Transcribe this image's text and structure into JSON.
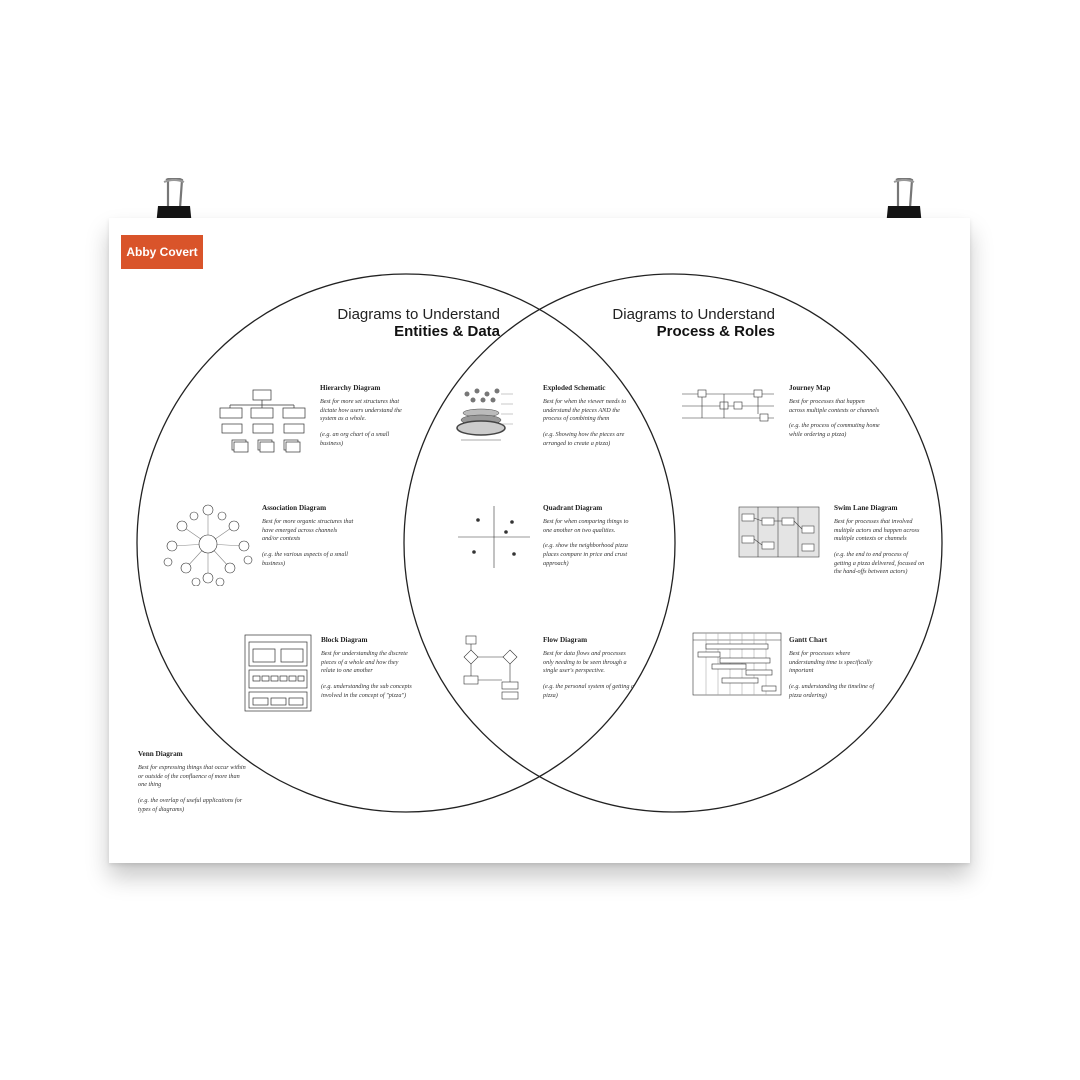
{
  "brand": {
    "label": "Abby Covert",
    "color": "#d9542a"
  },
  "headings": {
    "left": {
      "line1": "Diagrams to Understand",
      "line2": "Entities & Data"
    },
    "right": {
      "line1": "Diagrams to Understand",
      "line2": "Process & Roles"
    }
  },
  "diagrams": [
    {
      "key": "hierarchy",
      "title": "Hierarchy Diagram",
      "body": "Best for more set structures that dictate how users understand the system as a whole.",
      "example": "(e.g. an org chart of a small business)",
      "icon": "hierarchy-diagram-thumbnail"
    },
    {
      "key": "association",
      "title": "Association Diagram",
      "body": "Best for more organic structures that have emerged across channels and/or contexts",
      "example": "(e.g. the various aspects of a small business)",
      "icon": "association-diagram-thumbnail"
    },
    {
      "key": "block",
      "title": "Block Diagram",
      "body": "Best for understanding the discrete pieces of a whole and how they relate to one another",
      "example": "(e.g. understanding the sub concepts involved in the concept of \"pizza\")",
      "icon": "block-diagram-thumbnail"
    },
    {
      "key": "exploded",
      "title": "Exploded Schematic",
      "body": "Best for when the viewer needs to understand the pieces AND the process of combining them",
      "example": "(e.g. Showing how the pieces are arranged to create a pizza)",
      "icon": "exploded-schematic-thumbnail"
    },
    {
      "key": "quadrant",
      "title": "Quadrant Diagram",
      "body": "Best for when comparing things to one another on two qualities.",
      "example": "(e.g. show the neighborhood pizza places compare in price and crust approach)",
      "icon": "quadrant-diagram-thumbnail"
    },
    {
      "key": "flow",
      "title": "Flow Diagram",
      "body": "Best for data flows and processes only needing to be seen through a single user's perspective.",
      "example": "(e.g. the personal system of getting a pizza)",
      "icon": "flow-diagram-thumbnail"
    },
    {
      "key": "journey",
      "title": "Journey Map",
      "body": "Best for processes that happen across multiple contexts or channels",
      "example": "(e.g. the process of commuting home while ordering a pizza)",
      "icon": "journey-map-thumbnail"
    },
    {
      "key": "swimlane",
      "title": "Swim Lane Diagram",
      "body": "Best for processes that involved multiple actors and happen across multiple contexts or channels",
      "example": "(e.g. the end to end process of getting a pizza delivered, focused on the hand-offs between actors)",
      "icon": "swim-lane-diagram-thumbnail"
    },
    {
      "key": "gantt",
      "title": "Gantt Chart",
      "body": "Best for processes where understanding time is specifically important",
      "example": "(e.g. understanding the timeline of pizza ordering)",
      "icon": "gantt-chart-thumbnail"
    },
    {
      "key": "venn",
      "title": "Venn Diagram",
      "body": "Best for expressing things that occur within or outside of the confluence of more than one thing",
      "example": "(e.g. the overlap of useful applications for types of diagrams)",
      "icon": "venn-diagram-label"
    }
  ]
}
